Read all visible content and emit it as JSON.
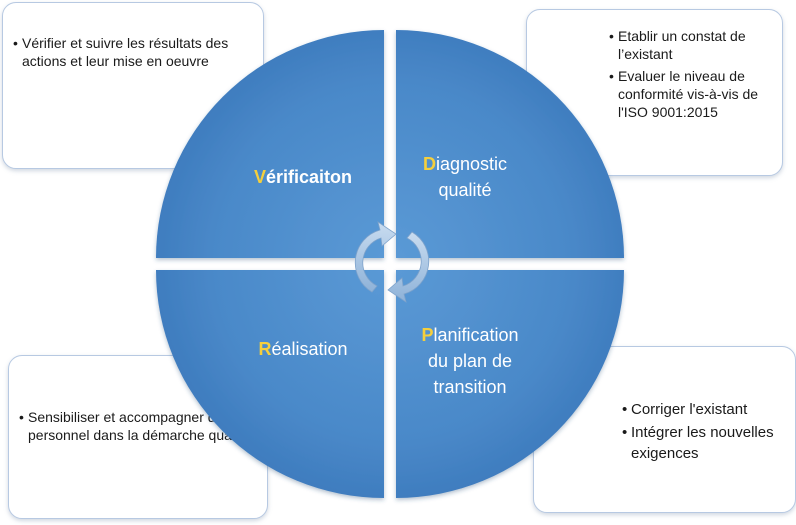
{
  "quadrants": {
    "top_left": {
      "initial": "V",
      "rest": "érificaiton"
    },
    "top_right": {
      "initial": "D",
      "rest_line1": "iagnostic",
      "line2": "qualité"
    },
    "bottom_left": {
      "initial": "R",
      "rest": "éalisation"
    },
    "bottom_right": {
      "initial": "P",
      "rest_line1": "lanification",
      "line2": "du plan de",
      "line3": "transition"
    }
  },
  "callouts": {
    "top_left": {
      "items": [
        "Vérifier et suivre les résultats des actions et leur mise en oeuvre"
      ]
    },
    "top_right": {
      "items": [
        "Etablir un constat de l’existant",
        "Evaluer le niveau de conformité vis-à-vis de l'ISO 9001:2015"
      ]
    },
    "bottom_left": {
      "items": [
        "Sensibiliser et accompagner du personnel dans la démarche qualité"
      ]
    },
    "bottom_right": {
      "items": [
        "Corriger l'existant",
        "Intégrer les nouvelles exigences"
      ]
    }
  },
  "colors": {
    "quadrant_fill": "#4f8fcf",
    "initial_letter": "#f5cf3c",
    "callout_border": "#b7c9e2"
  },
  "icons": {
    "center": "cycle-arrows-icon"
  }
}
